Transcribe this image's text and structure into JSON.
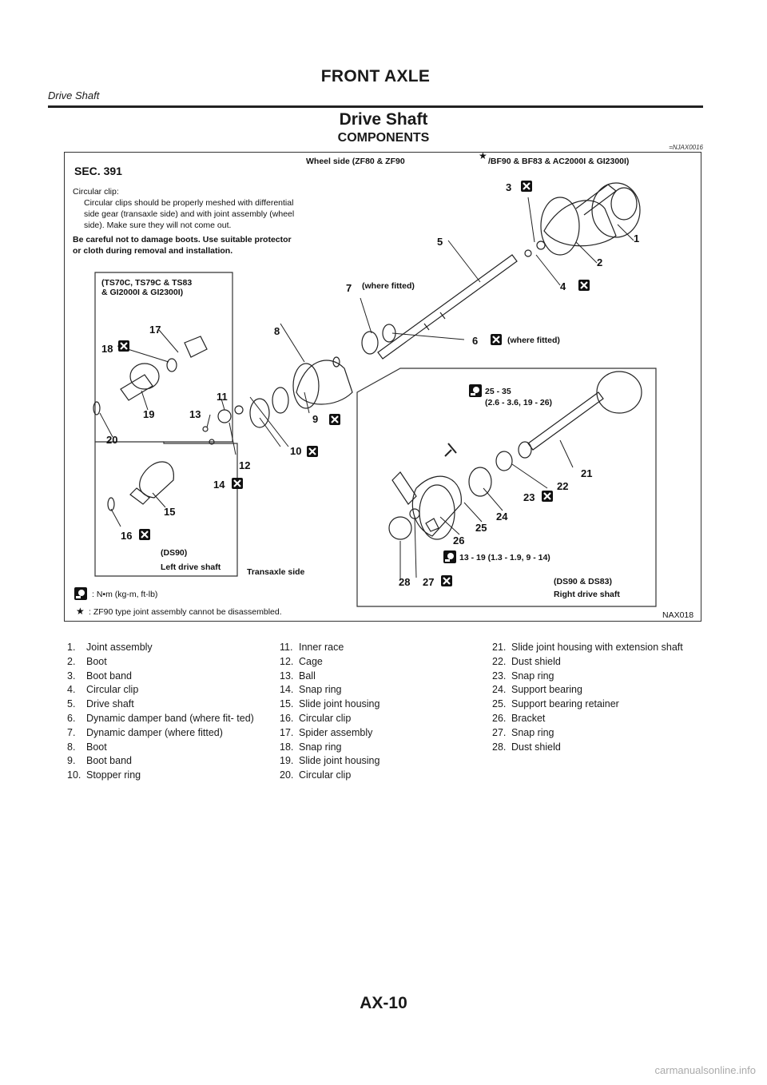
{
  "header": {
    "title": "FRONT AXLE",
    "subtitle": "Drive Shaft"
  },
  "page_title": "Drive Shaft",
  "section": {
    "title": "COMPONENTS",
    "id": "=NJAX0016"
  },
  "figure": {
    "sec": "SEC. 391",
    "wheel_side": "Wheel side (ZF80 & ZF90",
    "wheel_side_b": "/BF90 & BF83 & AC2000I & GI2300I)",
    "clip_title": "Circular clip:",
    "clip_lines": [
      "Circular clips should be properly meshed with differential",
      "side gear (transaxle side) and with joint assembly (wheel",
      "side). Make sure they will not come out."
    ],
    "caution_lines": [
      "Be careful not to damage boots. Use suitable protector",
      "or cloth during removal and installation."
    ],
    "variant_left": [
      "(TS70C, TS79C & TS83",
      "& GI2000I & GI2300I)"
    ],
    "where_fitted": "(where fitted)",
    "torque1": [
      "25 - 35",
      "(2.6 - 3.6, 19 - 26)"
    ],
    "torque2": "13 - 19 (1.3 - 1.9, 9 - 14)",
    "ds90": [
      "(DS90)",
      "Left drive shaft"
    ],
    "transaxle_side": "Transaxle side",
    "ds90_83": [
      "(DS90 & DS83)",
      "Right drive shaft"
    ],
    "legend_torque": ": N•m (kg-m, ft-lb)",
    "legend_star": ": ZF90 type joint assembly cannot be disassembled.",
    "code": "NAX018",
    "callouts": [
      "1",
      "2",
      "3",
      "4",
      "5",
      "6",
      "7",
      "8",
      "9",
      "10",
      "11",
      "12",
      "13",
      "14",
      "15",
      "16",
      "17",
      "18",
      "19",
      "20",
      "21",
      "22",
      "23",
      "24",
      "25",
      "26",
      "27",
      "28"
    ]
  },
  "parts": {
    "col1": [
      {
        "n": "1.",
        "t": "Joint assembly"
      },
      {
        "n": "2.",
        "t": "Boot"
      },
      {
        "n": "3.",
        "t": "Boot band"
      },
      {
        "n": "4.",
        "t": "Circular clip"
      },
      {
        "n": "5.",
        "t": "Drive shaft"
      },
      {
        "n": "6.",
        "t": "Dynamic damper band (where fit- ted)"
      },
      {
        "n": "7.",
        "t": "Dynamic damper (where fitted)"
      },
      {
        "n": "8.",
        "t": "Boot"
      },
      {
        "n": "9.",
        "t": "Boot band"
      },
      {
        "n": "10.",
        "t": "Stopper ring"
      }
    ],
    "col2": [
      {
        "n": "11.",
        "t": "Inner race"
      },
      {
        "n": "12.",
        "t": "Cage"
      },
      {
        "n": "13.",
        "t": "Ball"
      },
      {
        "n": "14.",
        "t": "Snap ring"
      },
      {
        "n": "15.",
        "t": "Slide joint housing"
      },
      {
        "n": "16.",
        "t": "Circular clip"
      },
      {
        "n": "17.",
        "t": "Spider assembly"
      },
      {
        "n": "18.",
        "t": "Snap ring"
      },
      {
        "n": "19.",
        "t": "Slide joint housing"
      },
      {
        "n": "20.",
        "t": "Circular clip"
      }
    ],
    "col3": [
      {
        "n": "21.",
        "t": "Slide joint housing with extension shaft"
      },
      {
        "n": "22.",
        "t": "Dust shield"
      },
      {
        "n": "23.",
        "t": "Snap ring"
      },
      {
        "n": "24.",
        "t": "Support bearing"
      },
      {
        "n": "25.",
        "t": "Support bearing retainer"
      },
      {
        "n": "26.",
        "t": "Bracket"
      },
      {
        "n": "27.",
        "t": "Snap ring"
      },
      {
        "n": "28.",
        "t": "Dust shield"
      }
    ]
  },
  "footer": {
    "page": "AX-10",
    "watermark": "carmanualsonline.info"
  }
}
